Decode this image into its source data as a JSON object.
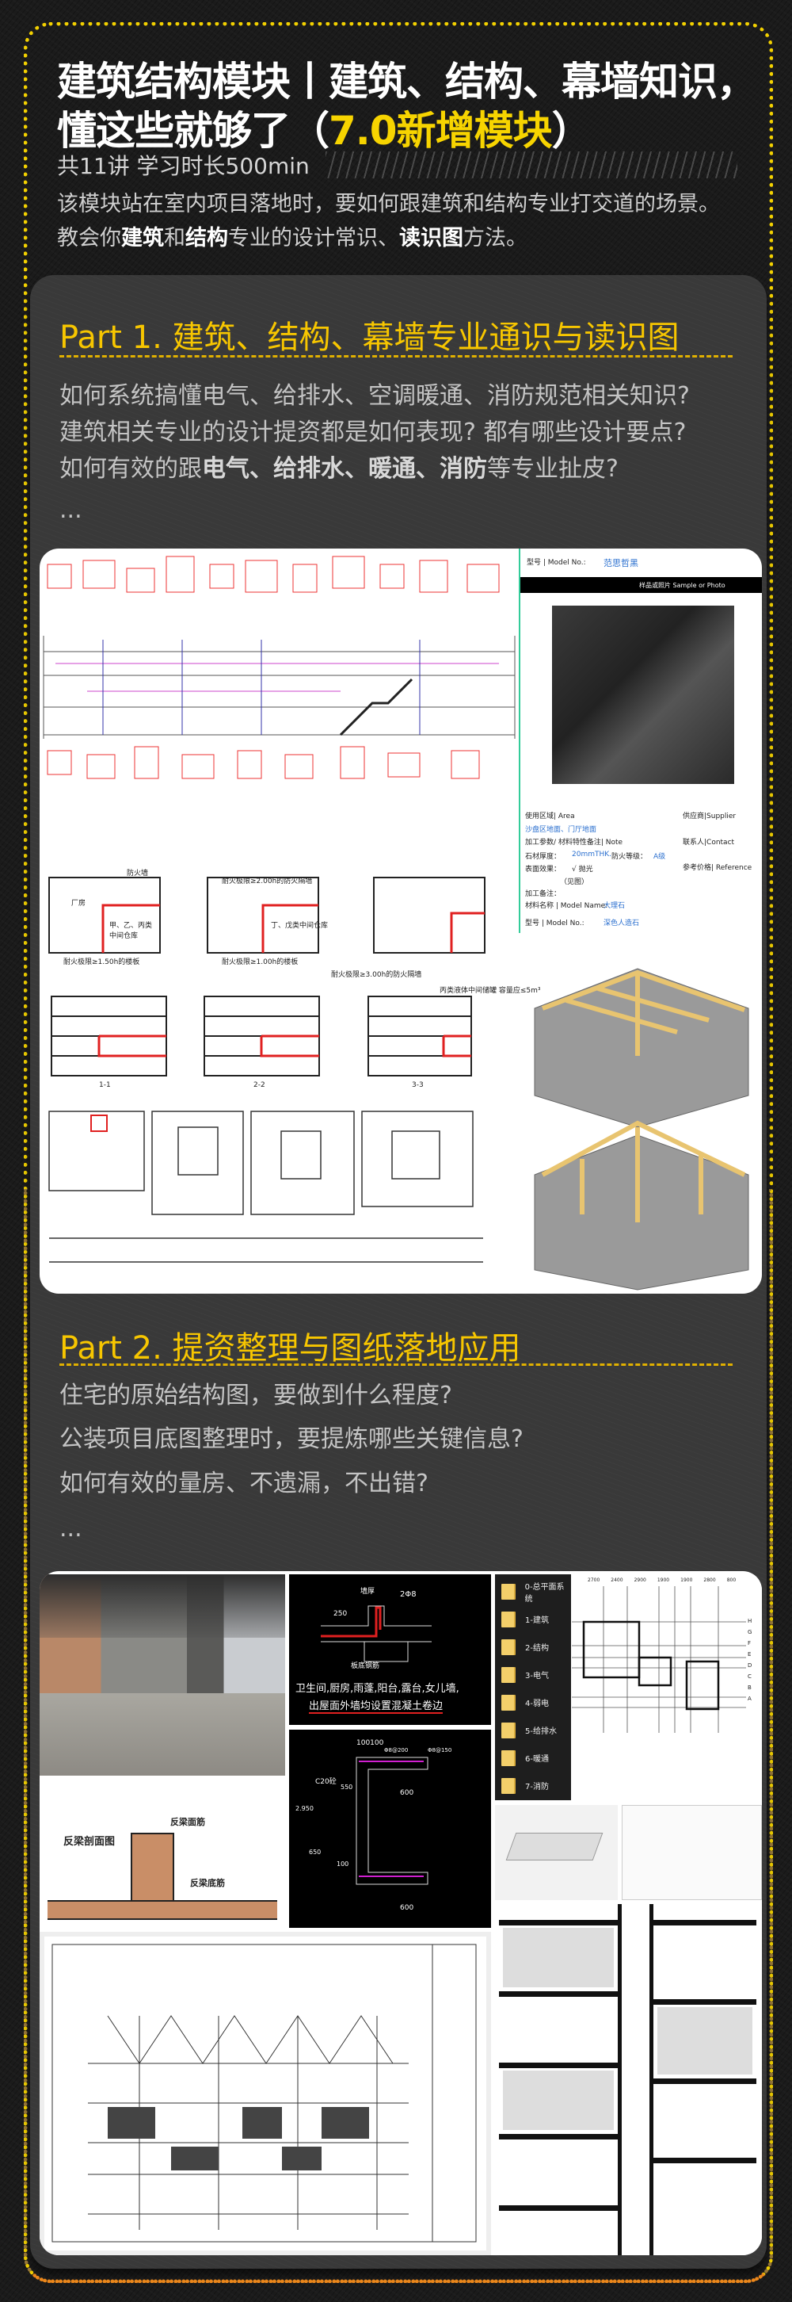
{
  "header": {
    "title_line1": "建筑结构模块丨建筑、结构、幕墙知识，",
    "title_line2_prefix": "懂这些就够了（",
    "title_line2_highlight": "7.0新增模块",
    "title_line2_suffix": "）",
    "meta": "共11讲 学习时长500min",
    "desc_line1": "该模块站在室内项目落地时，要如何跟建筑和结构专业打交道的场景。",
    "desc_line2": [
      "教会你",
      "建筑",
      "和",
      "结构",
      "专业的设计常识、",
      "读识图",
      "方法。"
    ]
  },
  "part1": {
    "heading": "Part 1. 建筑、结构、幕墙专业通识与读识图",
    "q1": "如何系统搞懂电气、给排水、空调暖通、消防规范相关知识?",
    "q2": "建筑相关专业的设计提资都是如何表现? 都有哪些设计要点?",
    "q3": [
      "如何有效的跟",
      "电气、给排水、暖通、消防",
      "等专业扯皮?"
    ],
    "ellipsis": "...",
    "fire_drawing": {
      "labels": [
        "厂房",
        "甲、乙、丙类中间仓库",
        "丁、戊类中间仓库",
        "防火墙",
        "耐火极限≥1.50h的楼板",
        "耐火极限≥1.00h的楼板",
        "耐火极限≥2.00h的防火隔墙",
        "耐火极限≥3.00h的防火隔墙",
        "丙类液体中间储罐 容量应≤5m³"
      ],
      "sections": [
        "1-1",
        "2-2",
        "3-3"
      ]
    },
    "material_sheet": {
      "model_no_label": "型号 | Model No.:",
      "model_no_value": "范思哲黑",
      "sample_header": "样品或照片 Sample or Photo",
      "area_label": "使用区域| Area",
      "area_value": "沙盘区地面、门厅地面",
      "supplier_label": "供应商|Supplier",
      "note_label": "加工参数/ 材料特性备注| Note",
      "contact_label": "联系人|Contact",
      "thickness_label": "石材厚度：",
      "thickness_value": "20mmTHK.",
      "fire_label": "防火等级：",
      "fire_value": "A级",
      "surface_label": "表面效果：",
      "surface_value": "√ 抛光",
      "reference_label": "参考价格| Reference",
      "see_fig": "（见图）",
      "process_label": "加工备注：",
      "model_name_label": "材料名称 | Model Name:",
      "model_name_value": "大理石",
      "model_no2_value": "深色人造石"
    }
  },
  "part2": {
    "heading": "Part 2.  提资整理与图纸落地应用",
    "q1": "住宅的原始结构图，要做到什么程度?",
    "q2": "公装项目底图整理时，要提炼哪些关键信息?",
    "q3": "如何有效的量房、不遗漏，不出错?",
    "ellipsis": "...",
    "cad_detail": {
      "dims": [
        "墙厚",
        "2Φ8",
        "250",
        "板底钢筋"
      ],
      "note_line1": "卫生间,厨房,雨蓬,阳台,露台,女儿墙,",
      "note_line2": "出屋面外墙均设置混凝土卷边"
    },
    "cad_detail2": {
      "labels": [
        "100100",
        "C20砼",
        "550",
        "600",
        "2.950",
        "650",
        "100",
        "Φ8@200",
        "Φ8@150",
        "600"
      ]
    },
    "beam_drawing": {
      "title": "反梁剖面图",
      "top_bar": "反梁面筋",
      "bottom_bar": "反梁底筋"
    },
    "folders": [
      "0-总平面系统",
      "1-建筑",
      "2-结构",
      "3-电气",
      "4-弱电",
      "5-给排水",
      "6-暖通",
      "7-消防"
    ],
    "grid_axes": [
      "H",
      "G",
      "F",
      "E",
      "D",
      "C",
      "B",
      "A"
    ],
    "grid_dims": [
      "2700",
      "2400",
      "2900",
      "1900",
      "1900",
      "2800",
      "800"
    ]
  },
  "colors": {
    "accent": "#f7c600",
    "frame_top": "#f3d100",
    "frame_bottom": "#f08a1c",
    "panel": "#393939",
    "cad_red": "#e02020"
  }
}
